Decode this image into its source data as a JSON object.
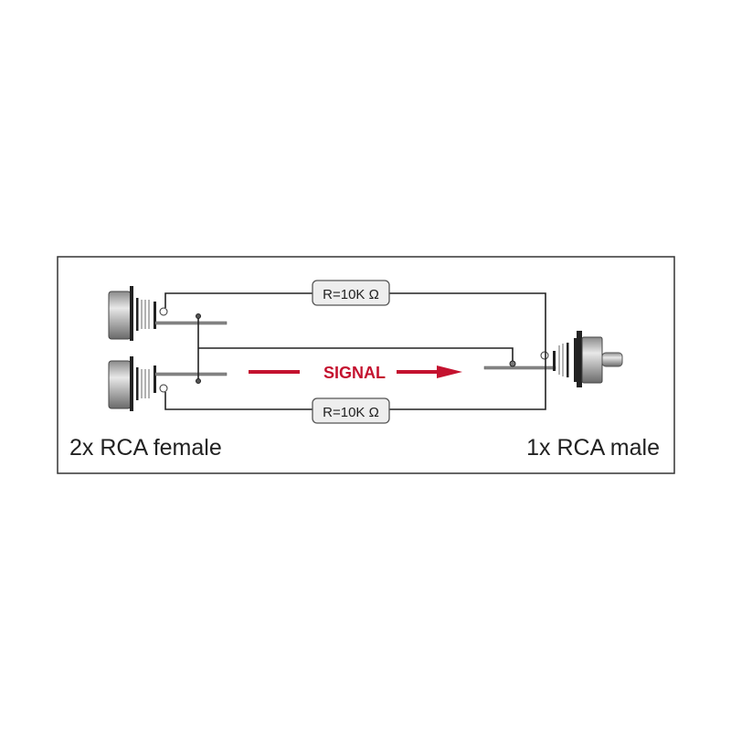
{
  "diagram": {
    "resistor_top": "R=10K Ω",
    "resistor_bottom": "R=10K Ω",
    "signal_label": "SIGNAL",
    "left_label": "2x RCA female",
    "right_label": "1x RCA male"
  },
  "colors": {
    "signal": "#c4122f",
    "wire": "#222222",
    "frame": "#333333"
  }
}
